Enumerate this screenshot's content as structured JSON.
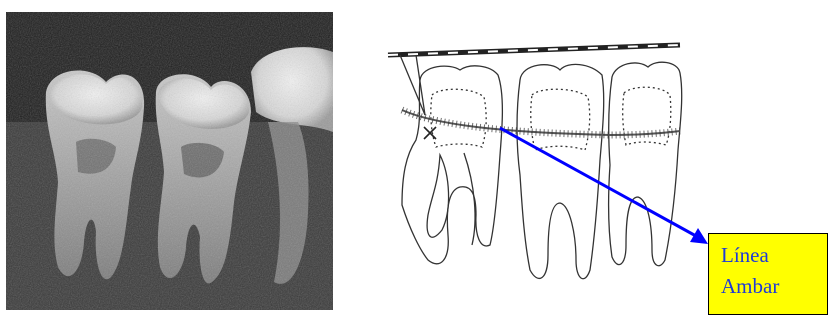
{
  "figure": {
    "radiograph_icon": "dental-xray",
    "diagram_icon": "molar-line-drawing"
  },
  "callout": {
    "line1": "Línea",
    "line2": "Ambar",
    "background_color": "#ffff00",
    "text_color": "#1f3bd6",
    "arrow_color": "#0000ff"
  }
}
